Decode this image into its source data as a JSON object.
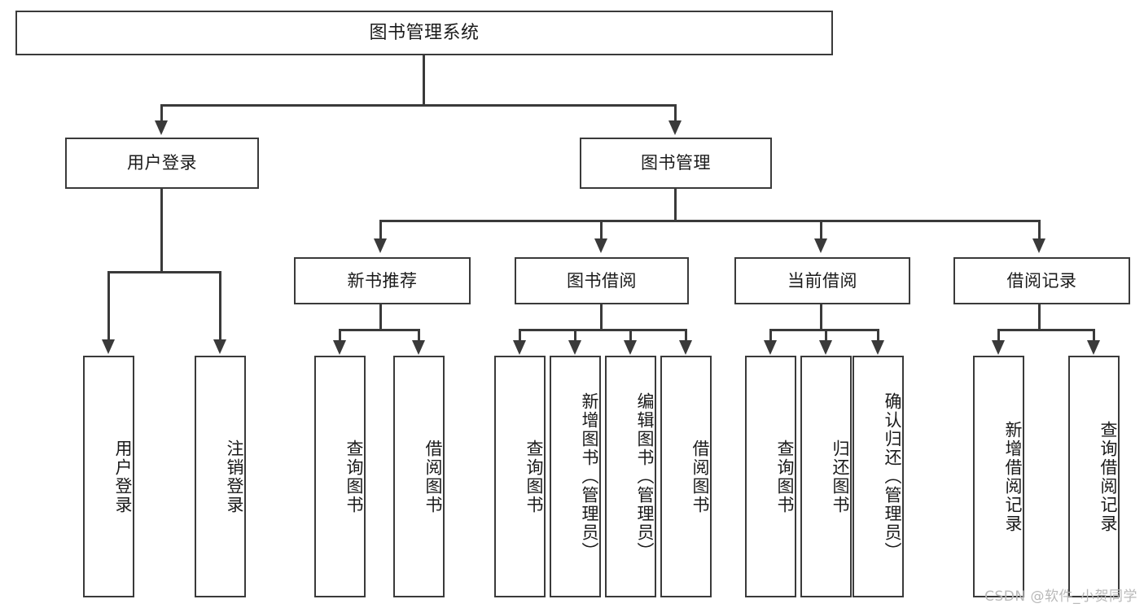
{
  "diagram": {
    "title": "图书管理系统",
    "watermark": "CSDN @软件_小贺同学",
    "type": "tree",
    "colors": {
      "stroke": "#3a3a3a",
      "fill": "#ffffff",
      "text": "#1a1a1a",
      "watermark": "#b9b9b9"
    },
    "levels": {
      "root": [
        "图书管理系统"
      ],
      "level2": [
        "用户登录",
        "图书管理"
      ],
      "level3": [
        "新书推荐",
        "图书借阅",
        "当前借阅",
        "借阅记录"
      ],
      "leaves": [
        "用户登录",
        "注销登录",
        "查询图书",
        "借阅图书",
        "查询图书",
        "新增图书（管理员）",
        "编辑图书（管理员）",
        "借阅图书",
        "查询图书",
        "归还图书",
        "确认归还（管理员）",
        "新增借阅记录",
        "查询借阅记录"
      ]
    }
  },
  "nodes": {
    "root": {
      "label": "图书管理系统"
    },
    "user_login": {
      "label": "用户登录"
    },
    "book_mgmt": {
      "label": "图书管理"
    },
    "new_book_rec": {
      "label": "新书推荐"
    },
    "book_borrow": {
      "label": "图书借阅"
    },
    "current_borrow": {
      "label": "当前借阅"
    },
    "borrow_record": {
      "label": "借阅记录"
    },
    "leaf_user_login": {
      "label": "用户登录"
    },
    "leaf_logout": {
      "label": "注销登录"
    },
    "leaf_query_book_1": {
      "label": "查询图书"
    },
    "leaf_borrow_book_1": {
      "label": "借阅图书"
    },
    "leaf_query_book_2": {
      "label": "查询图书"
    },
    "leaf_add_book_admin": {
      "label": "新增图书（管理员）"
    },
    "leaf_edit_book_admin": {
      "label": "编辑图书（管理员）"
    },
    "leaf_borrow_book_2": {
      "label": "借阅图书"
    },
    "leaf_query_book_3": {
      "label": "查询图书"
    },
    "leaf_return_book": {
      "label": "归还图书"
    },
    "leaf_confirm_return_admin": {
      "label": "确认归还（管理员）"
    },
    "leaf_add_record": {
      "label": "新增借阅记录"
    },
    "leaf_query_record": {
      "label": "查询借阅记录"
    }
  }
}
